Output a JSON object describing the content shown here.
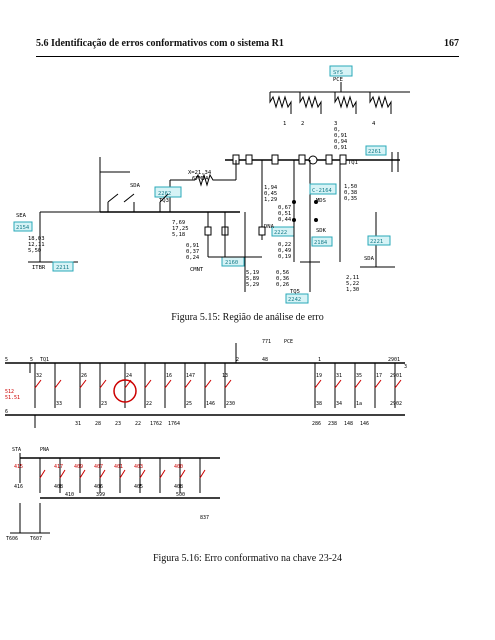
{
  "header": {
    "section_title": "5.6 Identificação de erros conformativos com o sistema R1",
    "page_number": "167"
  },
  "figure1": {
    "caption": "Figura 5.15: Região de análise de erro",
    "labels": {
      "sys_a": "SYS",
      "sys_b": "PCE",
      "switch_2261": "2261",
      "tq1": "TQ1",
      "t1": "1",
      "t2": "2",
      "t3": "3",
      "t4": "4",
      "vals_t3": [
        "0,",
        "0,91",
        "0,94",
        "0,91"
      ],
      "xv": "X=21,34",
      "xv2": "67MVA",
      "box_2262": "2262",
      "tq3": "TQ3",
      "sda": "SDA",
      "sea": "SEA",
      "box_2154": "2154",
      "left_vals": [
        "18,03",
        "12,11",
        "5,50"
      ],
      "itbr": "ITBR",
      "box_2211": "2211",
      "mid_vals": [
        "7,69",
        "17,25",
        "5,18"
      ],
      "cmn_vals": [
        "0,91",
        "0,37",
        "0,24"
      ],
      "cmn": "CMNT",
      "box_2160": "2160",
      "bottom_vals": [
        "5,19",
        "5,89",
        "5,29"
      ],
      "right_vals1": [
        "1,94",
        "0,45",
        "1,29"
      ],
      "right_vals2": [
        "0,67",
        "0,51",
        "0,44"
      ],
      "dna": "DNA",
      "box_2222": "2222",
      "c_2164": "C-2164",
      "mds": "MDS",
      "vals_mds": [
        "0,22",
        "0,49",
        "0,19"
      ],
      "sdk": "SDK",
      "box_2184": "2184",
      "vals_tq5": [
        "0,56",
        "0,36",
        "0,26"
      ],
      "tq5": "TQ5",
      "box_2242": "2242",
      "vals_far": [
        "1,50",
        "0,38",
        "0,35"
      ],
      "box_2221": "2221",
      "sda2": "SDA",
      "vals_bot_right": [
        "2,11",
        "5,22",
        "1,30"
      ]
    }
  },
  "figure2": {
    "caption": "Figura 5.16: Erro conformativo na chave 23-24",
    "labels": {
      "top_a": "771",
      "top_b": "PCE",
      "tq1": "TQ1",
      "n5a": "5",
      "n5b": "5",
      "n2": "2",
      "n48": "48",
      "n1": "1",
      "n2901": "2901",
      "n3": "3",
      "upper_nums": [
        "32",
        "26",
        "24",
        "16",
        "147",
        "13",
        "19",
        "31",
        "35",
        "17",
        "2901"
      ],
      "lower_nums": [
        "33",
        "23",
        "22",
        "25",
        "146",
        "230",
        "38",
        "34",
        "1a",
        "2902"
      ],
      "n6": "6",
      "bus2_nums": [
        "31",
        "28",
        "23",
        "22",
        "1762",
        "1764",
        "286",
        "238",
        "148",
        "146"
      ],
      "sta": "STA",
      "pna": "PNA",
      "bottom_nums": [
        "415",
        "417",
        "409",
        "407",
        "401",
        "403",
        "400"
      ],
      "bottom_nums2": [
        "416",
        "408",
        "406",
        "405",
        "408"
      ],
      "n410": "410",
      "n399": "399",
      "n500": "500",
      "n837": "837",
      "a": "T606",
      "b": "T607",
      "red_left": [
        "512",
        "51.51"
      ]
    }
  }
}
